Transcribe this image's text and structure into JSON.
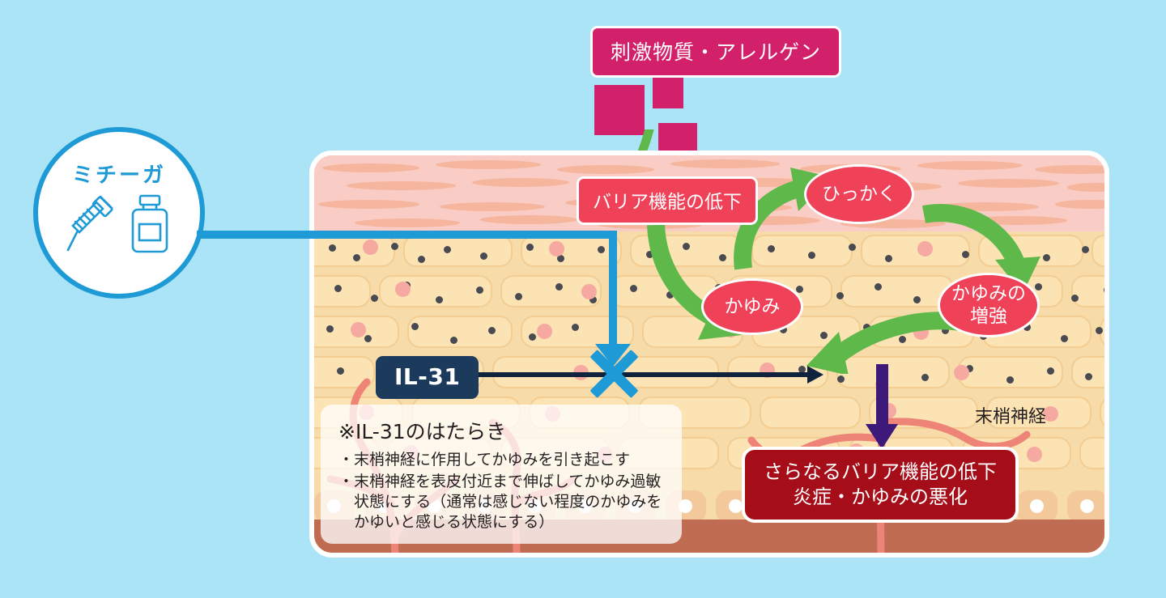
{
  "diagram": {
    "title_chip": "刺激物質・アレルゲン",
    "drug_circle": {
      "label": "ミチーガ",
      "icons": [
        "syringe-icon",
        "vial-icon"
      ]
    },
    "cytokine": {
      "label": "IL-31",
      "blocked": true,
      "block_marker": "x-mark"
    },
    "chips": [
      {
        "id": "barrier-decline",
        "text": "バリア機能の低下",
        "shape": "rounded-rect"
      }
    ],
    "ellipses": [
      {
        "id": "scratch",
        "lines": [
          "ひっかく"
        ]
      },
      {
        "id": "itch",
        "lines": [
          "かゆみ"
        ]
      },
      {
        "id": "itch-increase",
        "lines": [
          "かゆみの",
          "増強"
        ]
      }
    ],
    "outcome_box": {
      "line1": "さらなるバリア機能の低下",
      "line2": "炎症・かゆみの悪化"
    },
    "nerve_label": "末梢神経",
    "info_panel": {
      "heading": "※IL-31のはたらき",
      "bullets": [
        "・末梢神経に作用してかゆみを引き起こす",
        "・末梢神経を表皮付近まで伸ばしてかゆみ過敏",
        "　状態にする（通常は感じない程度のかゆみを",
        "　かゆいと感じる状態にする）"
      ]
    },
    "colors": {
      "background": "#ace4f7",
      "crimson": "#d3206a",
      "pink": "#ef4259",
      "dark_red": "#a50d18",
      "brand_blue": "#1e9ad6",
      "navy": "#1b3a5c",
      "green_arrow": "#5fb84a",
      "purple_arrow": "#3d1a7a",
      "skin_corneum": "#f9ccc5",
      "skin_epidermis": "#f7dca9",
      "skin_dermis": "#bf6c53",
      "nerve": "#ee8477"
    }
  }
}
